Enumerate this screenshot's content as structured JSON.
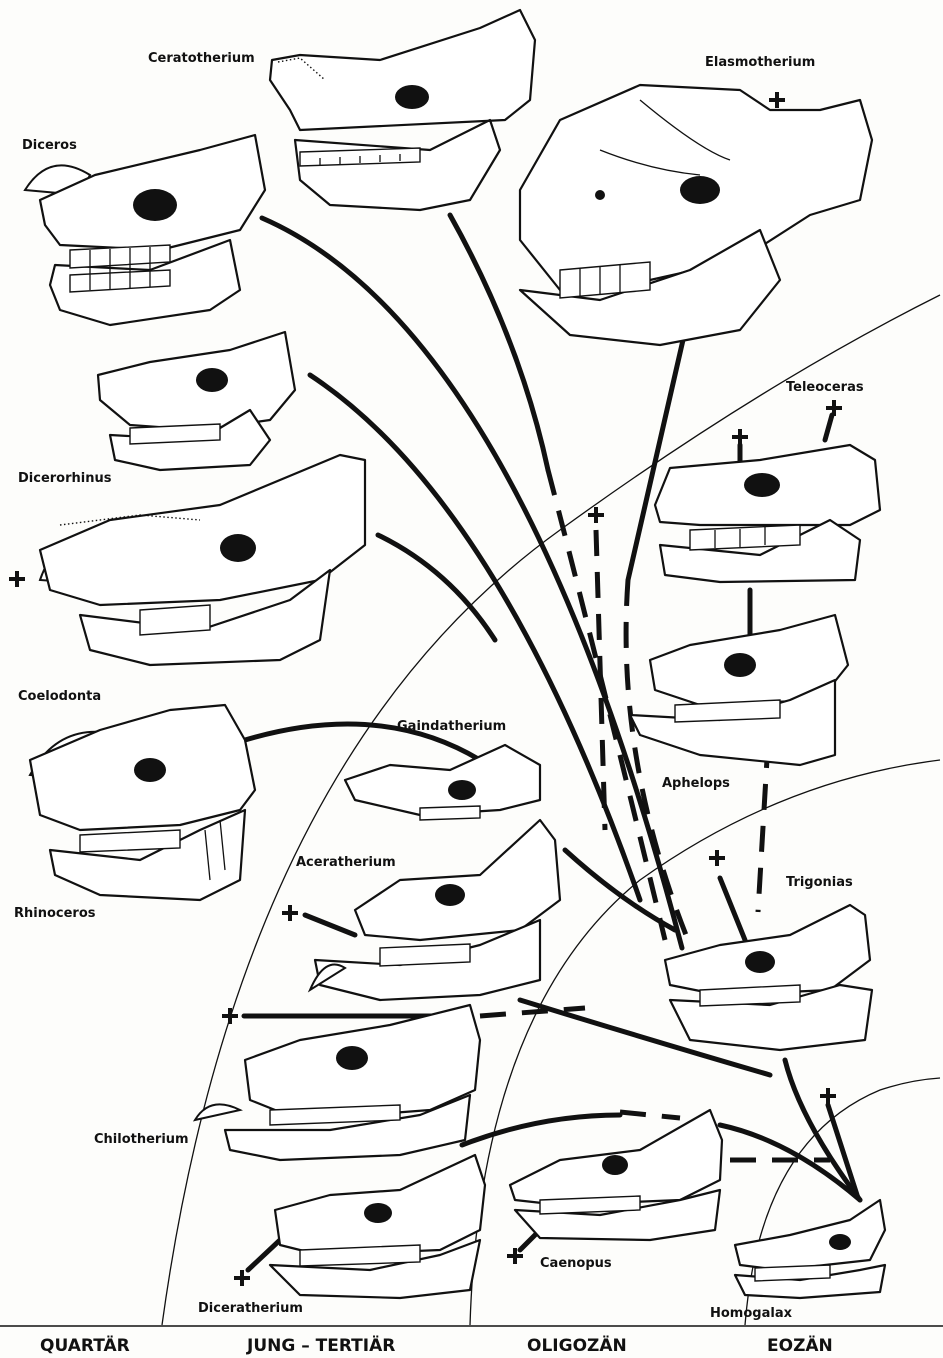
{
  "epochs": [
    {
      "id": "quartar",
      "label": "QUARTÄR"
    },
    {
      "id": "jung-tertiar",
      "label": "JUNG – TERTIÄR"
    },
    {
      "id": "oligozan",
      "label": "OLIGOZÄN"
    },
    {
      "id": "eozan",
      "label": "EOZÄN"
    }
  ],
  "taxa": {
    "ceratotherium": "Ceratotherium",
    "elasmotherium": "Elasmotherium",
    "diceros": "Diceros",
    "dicerorhinus": "Dicerorhinus",
    "teleoceras": "Teleoceras",
    "coelodonta": "Coelodonta",
    "gaindatherium": "Gaindatherium",
    "aphelops": "Aphelops",
    "rhinoceros": "Rhinoceros",
    "aceratherium": "Aceratherium",
    "trigonias": "Trigonias",
    "chilotherium": "Chilotherium",
    "caenopus": "Caenopus",
    "diceratherium": "Diceratherium",
    "homogalax": "Homogalax"
  },
  "extinct_marker": "+"
}
